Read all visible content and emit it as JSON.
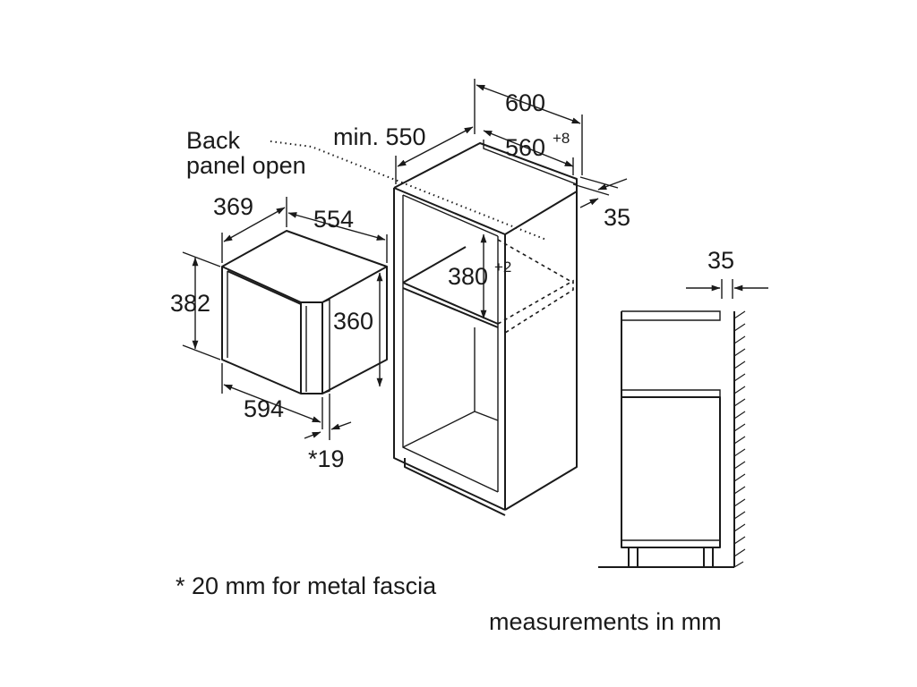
{
  "labels": {
    "back_panel_line1": "Back",
    "back_panel_line2": "panel open",
    "min_550": "min. 550",
    "d600": "600",
    "d560": "560",
    "d560_sup": "+8",
    "d35_cabinet": "35",
    "d369": "369",
    "d554": "554",
    "d382": "382",
    "d360": "360",
    "d594": "594",
    "d19": "*19",
    "d380": "380",
    "d380_sup": "+2",
    "d35_side": "35"
  },
  "footnote": "* 20 mm for metal fascia",
  "units_note": "measurements in mm"
}
